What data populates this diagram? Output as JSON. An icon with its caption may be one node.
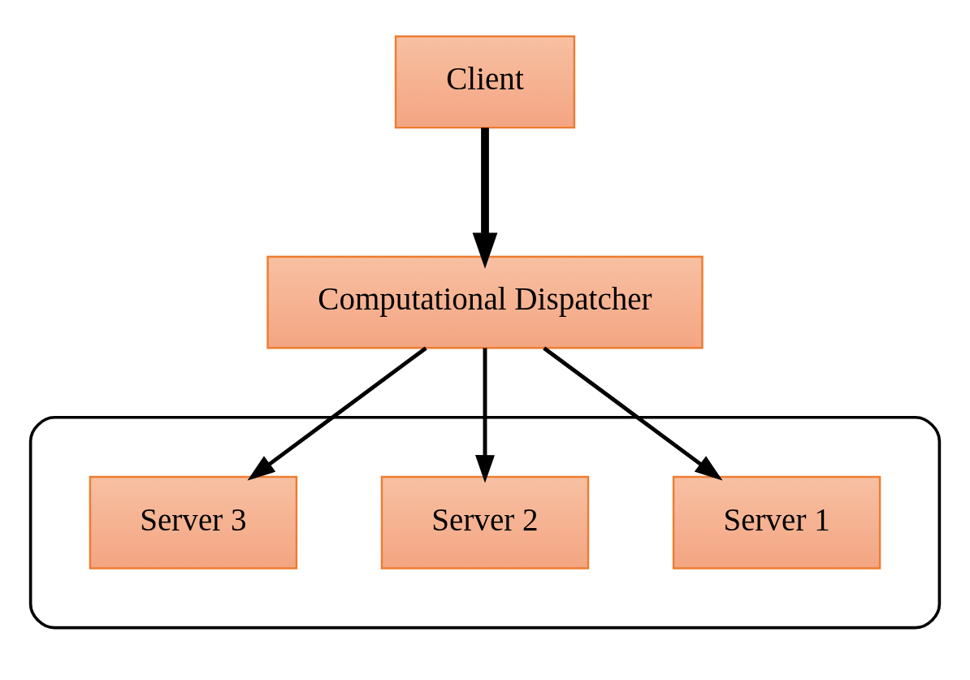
{
  "diagram": {
    "nodes": [
      {
        "text": [
          "Client"
        ]
      },
      {
        "text": [
          "Computational Dispatcher"
        ]
      },
      {
        "text": [],
        "shape": "cloud"
      },
      {
        "text": [
          "Server 1"
        ],
        "in": 2
      },
      {
        "text": [
          "Server 2"
        ],
        "in": 2
      },
      {
        "text": [
          "Server 3"
        ],
        "in": 2
      }
    ],
    "edges": [
      {
        "from": 0,
        "to": 1,
        "arrow": "to",
        "style": "thick"
      },
      {
        "from": 1,
        "to": 3,
        "arrow": "to"
      },
      {
        "from": 1,
        "to": 4,
        "arrow": "to"
      },
      {
        "from": 1,
        "to": 5,
        "arrow": "to"
      }
    ]
  }
}
